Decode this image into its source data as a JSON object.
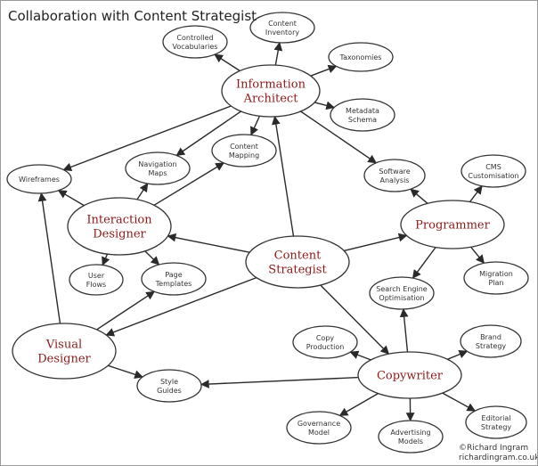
{
  "title": "Collaboration with Content Strategist",
  "credit": [
    "©Richard Ingram",
    "richardingram.co.uk"
  ],
  "colors": {
    "major_text": "#8b1a1a",
    "minor_text": "#333333",
    "stroke": "#333333"
  },
  "nodes": [
    {
      "id": "cs",
      "lines": [
        "Content",
        "Strategist"
      ]
    },
    {
      "id": "ia",
      "lines": [
        "Information",
        "Architect"
      ]
    },
    {
      "id": "id",
      "lines": [
        "Interaction",
        "Designer"
      ]
    },
    {
      "id": "prog",
      "lines": [
        "Programmer"
      ]
    },
    {
      "id": "vd",
      "lines": [
        "Visual",
        "Designer"
      ]
    },
    {
      "id": "cw",
      "lines": [
        "Copywriter"
      ]
    },
    {
      "id": "cv",
      "lines": [
        "Controlled",
        "Vocabularies"
      ]
    },
    {
      "id": "ci",
      "lines": [
        "Content",
        "Inventory"
      ]
    },
    {
      "id": "tax",
      "lines": [
        "Taxonomies"
      ]
    },
    {
      "id": "ms",
      "lines": [
        "Metadata",
        "Schema"
      ]
    },
    {
      "id": "wf",
      "lines": [
        "Wireframes"
      ]
    },
    {
      "id": "nm",
      "lines": [
        "Navigation",
        "Maps"
      ]
    },
    {
      "id": "cm",
      "lines": [
        "Content",
        "Mapping"
      ]
    },
    {
      "id": "sa",
      "lines": [
        "Software",
        "Analysis"
      ]
    },
    {
      "id": "cms",
      "lines": [
        "CMS",
        "Customisation"
      ]
    },
    {
      "id": "uf",
      "lines": [
        "User",
        "Flows"
      ]
    },
    {
      "id": "pt",
      "lines": [
        "Page",
        "Templates"
      ]
    },
    {
      "id": "seo",
      "lines": [
        "Search Engine",
        "Optimisation"
      ]
    },
    {
      "id": "mp",
      "lines": [
        "Migration",
        "Plan"
      ]
    },
    {
      "id": "cp",
      "lines": [
        "Copy",
        "Production"
      ]
    },
    {
      "id": "bs",
      "lines": [
        "Brand",
        "Strategy"
      ]
    },
    {
      "id": "sg",
      "lines": [
        "Style",
        "Guides"
      ]
    },
    {
      "id": "gm",
      "lines": [
        "Governance",
        "Model"
      ]
    },
    {
      "id": "am",
      "lines": [
        "Advertising",
        "Models"
      ]
    },
    {
      "id": "es",
      "lines": [
        "Editorial",
        "Strategy"
      ]
    }
  ],
  "edges": [
    [
      "cs",
      "ia"
    ],
    [
      "cs",
      "id"
    ],
    [
      "cs",
      "prog"
    ],
    [
      "cs",
      "vd"
    ],
    [
      "cs",
      "cw"
    ],
    [
      "ia",
      "cv"
    ],
    [
      "ia",
      "ci"
    ],
    [
      "ia",
      "tax"
    ],
    [
      "ia",
      "ms"
    ],
    [
      "ia",
      "wf"
    ],
    [
      "ia",
      "nm"
    ],
    [
      "ia",
      "cm"
    ],
    [
      "ia",
      "sa"
    ],
    [
      "id",
      "wf"
    ],
    [
      "id",
      "nm"
    ],
    [
      "id",
      "cm"
    ],
    [
      "id",
      "uf"
    ],
    [
      "id",
      "pt"
    ],
    [
      "prog",
      "sa"
    ],
    [
      "prog",
      "cms"
    ],
    [
      "prog",
      "mp"
    ],
    [
      "prog",
      "seo"
    ],
    [
      "vd",
      "wf"
    ],
    [
      "vd",
      "pt"
    ],
    [
      "vd",
      "sg"
    ],
    [
      "cw",
      "seo"
    ],
    [
      "cw",
      "cp"
    ],
    [
      "cw",
      "bs"
    ],
    [
      "cw",
      "sg"
    ],
    [
      "cw",
      "gm"
    ],
    [
      "cw",
      "am"
    ],
    [
      "cw",
      "es"
    ]
  ]
}
